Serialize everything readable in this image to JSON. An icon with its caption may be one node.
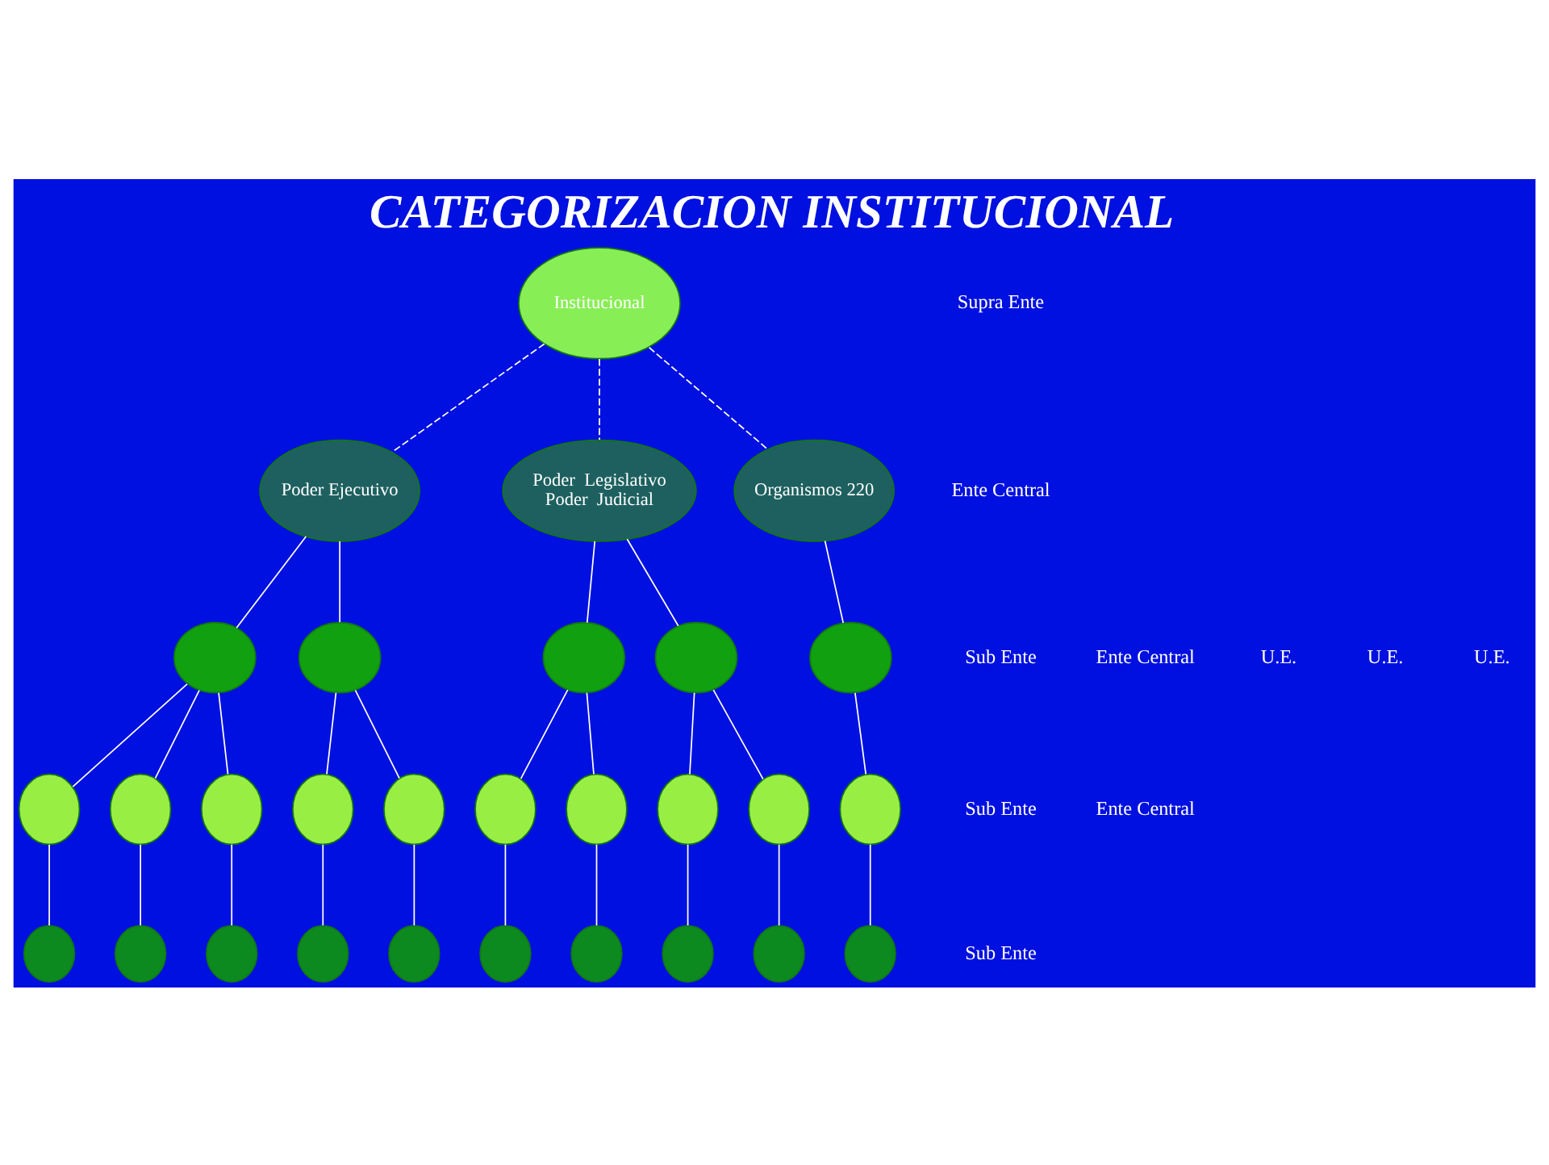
{
  "diagram": {
    "title": "CATEGORIZACION INSTITUCIONAL",
    "nodes": [
      {
        "text": [
          "Institucional"
        ]
      },
      {
        "text": [
          "Poder Ejecutivo"
        ]
      },
      {
        "text": [
          "Poder  Legislativo",
          "Poder  Judicial"
        ]
      },
      {
        "text": [
          "Organismos 220"
        ]
      },
      {
        "text": [],
        "shape": "circle"
      },
      {
        "text": [],
        "shape": "circle"
      },
      {
        "text": [],
        "shape": "circle"
      },
      {
        "text": [],
        "shape": "circle"
      },
      {
        "text": [],
        "shape": "circle"
      },
      {
        "text": [],
        "shape": "circle"
      },
      {
        "text": [],
        "shape": "circle"
      },
      {
        "text": [],
        "shape": "circle"
      },
      {
        "text": [],
        "shape": "circle"
      },
      {
        "text": [],
        "shape": "circle"
      },
      {
        "text": [],
        "shape": "circle"
      },
      {
        "text": [],
        "shape": "circle"
      },
      {
        "text": [],
        "shape": "circle"
      },
      {
        "text": [],
        "shape": "circle"
      },
      {
        "text": [],
        "shape": "circle"
      },
      {
        "text": [],
        "shape": "circle"
      },
      {
        "text": [],
        "shape": "circle"
      },
      {
        "text": [],
        "shape": "circle"
      },
      {
        "text": [],
        "shape": "circle"
      },
      {
        "text": [],
        "shape": "circle"
      },
      {
        "text": [],
        "shape": "circle"
      },
      {
        "text": [],
        "shape": "circle"
      },
      {
        "text": [],
        "shape": "circle"
      },
      {
        "text": [],
        "shape": "circle"
      },
      {
        "text": [],
        "shape": "circle"
      }
    ],
    "edges": [
      {
        "from": 0,
        "to": 1,
        "arrow": "none",
        "style": "dashed"
      },
      {
        "from": 0,
        "to": 2,
        "arrow": "none",
        "style": "dashed"
      },
      {
        "from": 0,
        "to": 3,
        "arrow": "none",
        "style": "dashed"
      },
      {
        "from": 1,
        "to": 4,
        "arrow": "none"
      },
      {
        "from": 1,
        "to": 5,
        "arrow": "none"
      },
      {
        "from": 2,
        "to": 6,
        "arrow": "none"
      },
      {
        "from": 2,
        "to": 7,
        "arrow": "none"
      },
      {
        "from": 3,
        "to": 8,
        "arrow": "none"
      },
      {
        "from": 4,
        "to": 9,
        "arrow": "none"
      },
      {
        "from": 4,
        "to": 10,
        "arrow": "none"
      },
      {
        "from": 4,
        "to": 11,
        "arrow": "none"
      },
      {
        "from": 5,
        "to": 12,
        "arrow": "none"
      },
      {
        "from": 5,
        "to": 13,
        "arrow": "none"
      },
      {
        "from": 6,
        "to": 14,
        "arrow": "none"
      },
      {
        "from": 6,
        "to": 15,
        "arrow": "none"
      },
      {
        "from": 7,
        "to": 16,
        "arrow": "none"
      },
      {
        "from": 7,
        "to": 17,
        "arrow": "none"
      },
      {
        "from": 8,
        "to": 18,
        "arrow": "none"
      },
      {
        "from": 9,
        "to": 19,
        "arrow": "none"
      },
      {
        "from": 10,
        "to": 20,
        "arrow": "none"
      },
      {
        "from": 11,
        "to": 21,
        "arrow": "none"
      },
      {
        "from": 12,
        "to": 22,
        "arrow": "none"
      },
      {
        "from": 13,
        "to": 23,
        "arrow": "none"
      },
      {
        "from": 14,
        "to": 24,
        "arrow": "none"
      },
      {
        "from": 15,
        "to": 25,
        "arrow": "none"
      },
      {
        "from": 16,
        "to": 26,
        "arrow": "none"
      },
      {
        "from": 17,
        "to": 27,
        "arrow": "none"
      },
      {
        "from": 18,
        "to": 28,
        "arrow": "none"
      }
    ],
    "labels": [
      "Supra Ente",
      "Ente Central",
      "Sub Ente",
      "Ente Central",
      "U.E.",
      "U.E.",
      "U.E.",
      "Sub Ente",
      "Ente Central",
      "Sub Ente"
    ]
  }
}
